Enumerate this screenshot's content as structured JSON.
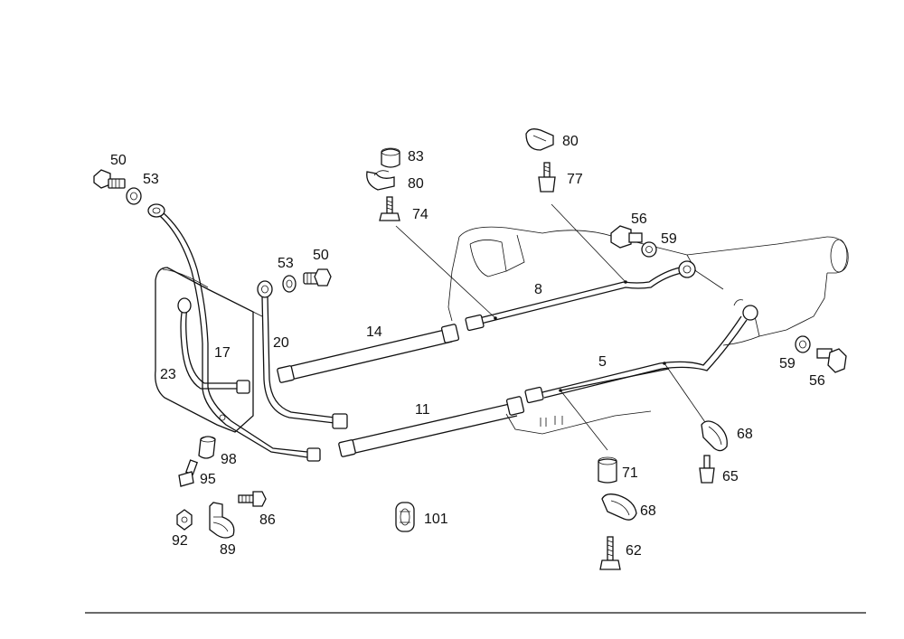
{
  "callouts": [
    {
      "id": "50a",
      "text": "50"
    },
    {
      "id": "53a",
      "text": "53"
    },
    {
      "id": "83",
      "text": "83"
    },
    {
      "id": "80a",
      "text": "80"
    },
    {
      "id": "74",
      "text": "74"
    },
    {
      "id": "80b",
      "text": "80"
    },
    {
      "id": "77",
      "text": "77"
    },
    {
      "id": "56a",
      "text": "56"
    },
    {
      "id": "59a",
      "text": "59"
    },
    {
      "id": "53b",
      "text": "53"
    },
    {
      "id": "50b",
      "text": "50"
    },
    {
      "id": "8",
      "text": "8"
    },
    {
      "id": "14",
      "text": "14"
    },
    {
      "id": "20",
      "text": "20"
    },
    {
      "id": "17",
      "text": "17"
    },
    {
      "id": "23",
      "text": "23"
    },
    {
      "id": "5",
      "text": "5"
    },
    {
      "id": "59b",
      "text": "59"
    },
    {
      "id": "56b",
      "text": "56"
    },
    {
      "id": "11",
      "text": "11"
    },
    {
      "id": "68a",
      "text": "68"
    },
    {
      "id": "98",
      "text": "98"
    },
    {
      "id": "95",
      "text": "95"
    },
    {
      "id": "71",
      "text": "71"
    },
    {
      "id": "65",
      "text": "65"
    },
    {
      "id": "86",
      "text": "86"
    },
    {
      "id": "68b",
      "text": "68"
    },
    {
      "id": "101",
      "text": "101"
    },
    {
      "id": "92",
      "text": "92"
    },
    {
      "id": "89",
      "text": "89"
    },
    {
      "id": "62",
      "text": "62"
    }
  ]
}
